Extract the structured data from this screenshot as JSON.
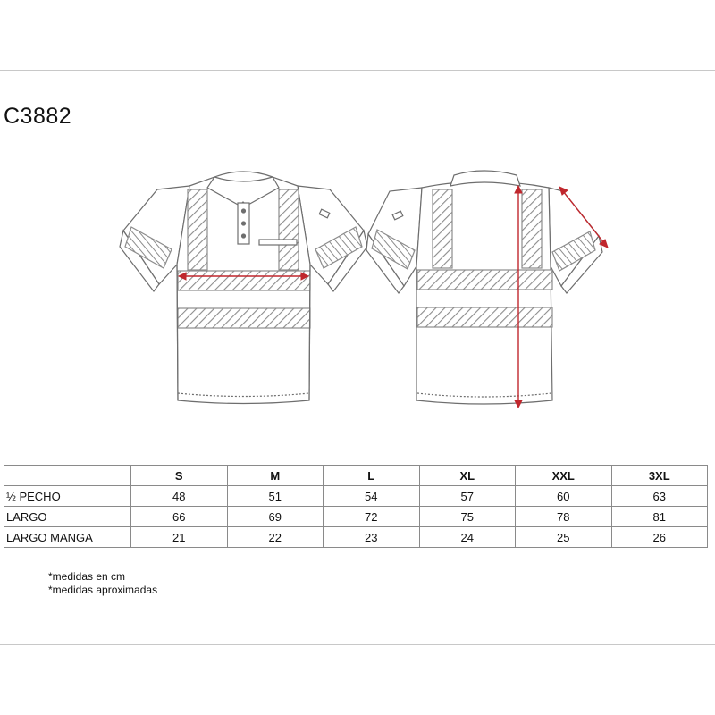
{
  "product_code": "C3882",
  "table": {
    "sizes": [
      "S",
      "M",
      "L",
      "XL",
      "XXL",
      "3XL"
    ],
    "rows": [
      {
        "label": "½  PECHO",
        "values": [
          "48",
          "51",
          "54",
          "57",
          "60",
          "63"
        ]
      },
      {
        "label": "LARGO",
        "values": [
          "66",
          "69",
          "72",
          "75",
          "78",
          "81"
        ]
      },
      {
        "label": "LARGO MANGA",
        "values": [
          "21",
          "22",
          "23",
          "24",
          "25",
          "26"
        ]
      }
    ]
  },
  "notes": [
    "*medidas en cm",
    "*medidas aproximadas"
  ],
  "colors": {
    "measure_arrow": "#c0272d",
    "outline": "#6e6e6e",
    "rule": "#c8c8c8"
  }
}
